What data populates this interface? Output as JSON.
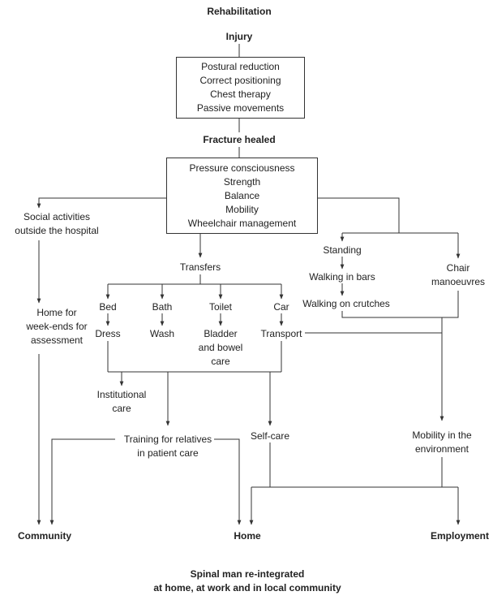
{
  "title": "Rehabilitation",
  "injury": "Injury",
  "injury_box": [
    "Postural reduction",
    "Correct positioning",
    "Chest therapy",
    "Passive movements"
  ],
  "fracture_healed": "Fracture healed",
  "healed_box": [
    "Pressure consciousness",
    "Strength",
    "Balance",
    "Mobility",
    "Wheelchair management"
  ],
  "social": [
    "Social activities",
    "outside the hospital"
  ],
  "home_weekends": [
    "Home for",
    "week-ends for",
    "assessment"
  ],
  "transfers": "Transfers",
  "bed": "Bed",
  "bath": "Bath",
  "toilet": "Toilet",
  "car": "Car",
  "dress": "Dress",
  "wash": "Wash",
  "bladder": [
    "Bladder",
    "and bowel",
    "care"
  ],
  "transport": "Transport",
  "standing": "Standing",
  "walking_bars": "Walking in bars",
  "walking_crutches": "Walking on crutches",
  "chair": [
    "Chair",
    "manoeuvres"
  ],
  "institutional": [
    "Institutional",
    "care"
  ],
  "training": [
    "Training for relatives",
    "in patient care"
  ],
  "selfcare": "Self-care",
  "mobility_env": [
    "Mobility in the",
    "environment"
  ],
  "community": "Community",
  "home": "Home",
  "employment": "Employment",
  "footer": [
    "Spinal man re-integrated",
    "at home, at work and in local community"
  ]
}
